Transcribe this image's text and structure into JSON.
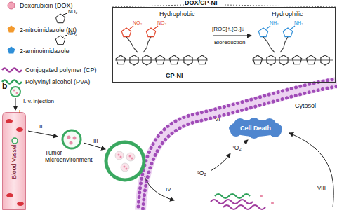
{
  "diagram": {
    "nodes": [
      {
        "text": [
          "Hydrophobic",
          "Hydrophilic",
          "[ROS]↑,[O₂]↓",
          "Bioreduction",
          "CP-NI"
        ]
      },
      {
        "text": [
          "Blood Vessel"
        ]
      },
      {
        "text": [
          "Cell Death"
        ]
      }
    ],
    "labels": [
      "DOX/CP-NI",
      "b",
      "I. v. injection",
      "I",
      "II",
      "III",
      "Tumor Microenvironment",
      "Cytosol",
      "VI",
      "¹O₂",
      "³O₂",
      "IV",
      "VIII",
      "NO₂",
      "NH₂",
      "NO₂",
      "NO₂",
      "NH₂",
      "NH₂"
    ],
    "legend": [
      {
        "text": "Doxorubicin (DOX)"
      },
      {
        "text": "2-nitroimidazole (NI)"
      },
      {
        "text": "2-aminoimidazole"
      },
      {
        "text": "Conjugated polymer (CP)"
      },
      {
        "text": "Polyvinyl alcohol (PVA)"
      }
    ]
  }
}
